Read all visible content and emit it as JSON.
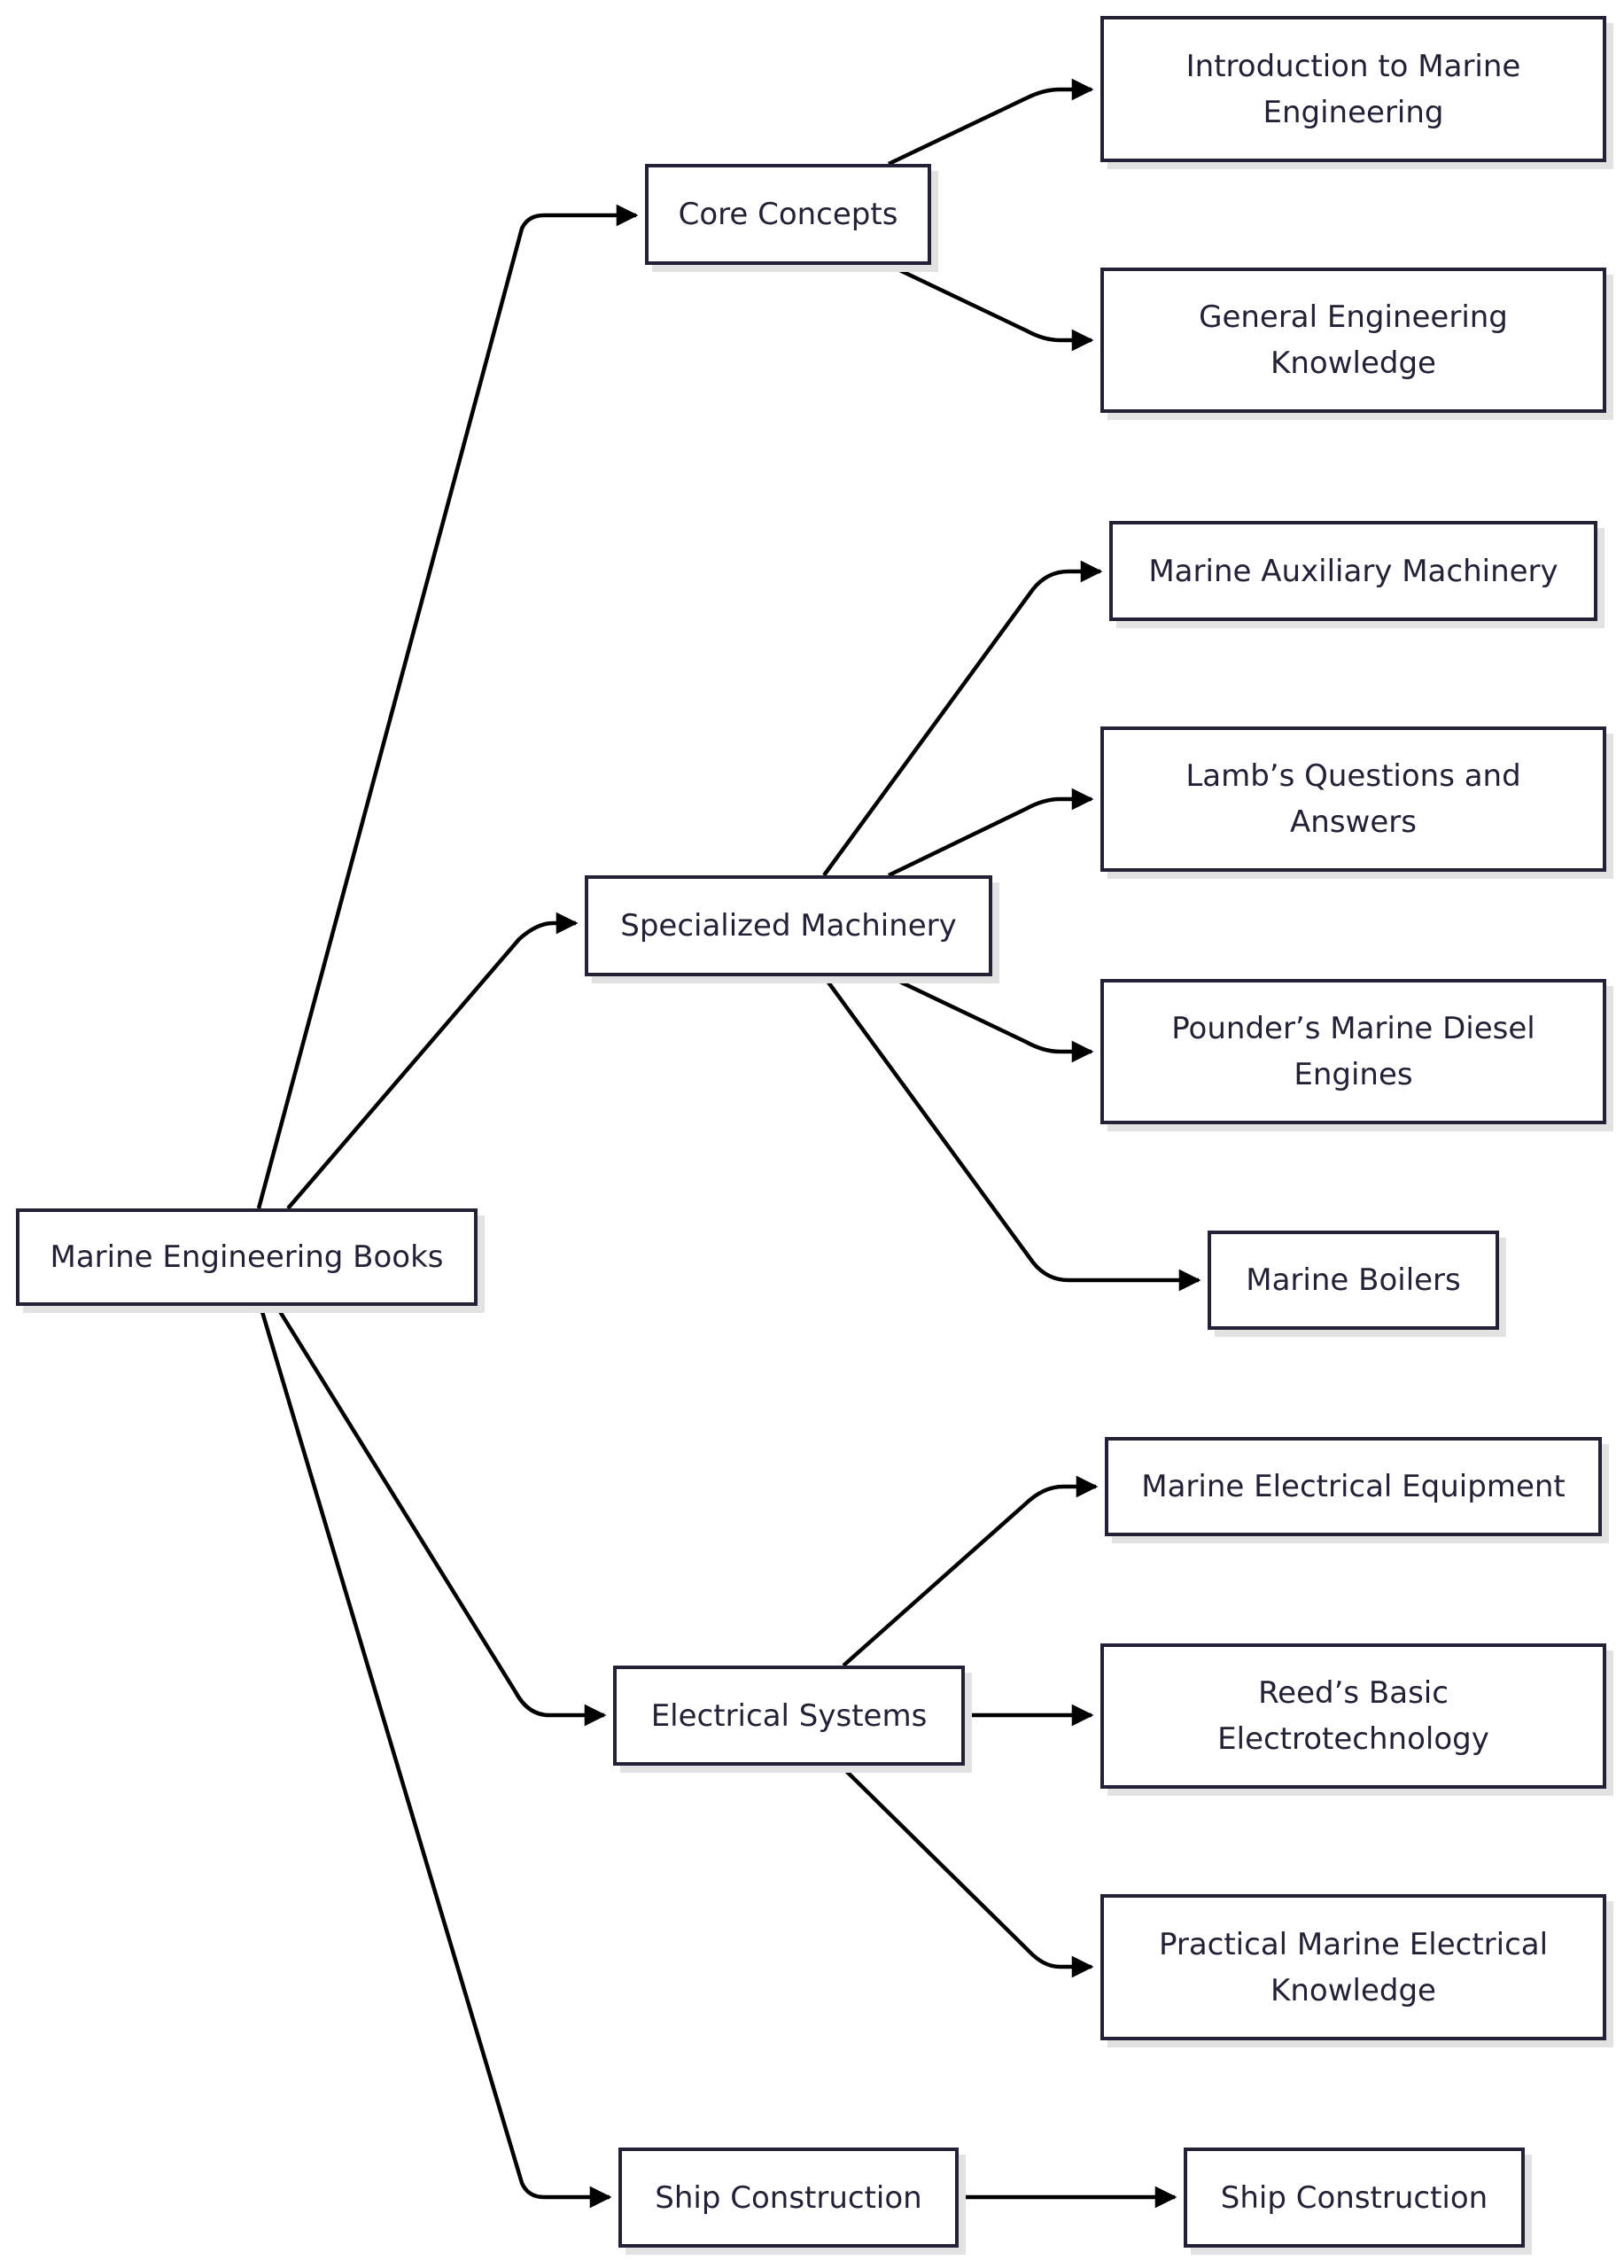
{
  "colors": {
    "node_border": "#232135",
    "node_text": "#232135",
    "node_shadow": "#e2e2e2",
    "edge": "#000000",
    "background": "#ffffff"
  },
  "nodes": {
    "root": "Marine Engineering Books",
    "core_concepts": "Core Concepts",
    "specialized_machinery": "Specialized Machinery",
    "electrical_systems": "Electrical Systems",
    "ship_construction_group": "Ship Construction",
    "intro_marine_engineering": "Introduction to Marine Engineering",
    "general_engineering_knowledge": "General Engineering Knowledge",
    "marine_auxiliary_machinery": "Marine Auxiliary Machinery",
    "lambs_questions": "Lamb’s Questions and Answers",
    "pounders_diesel": "Pounder’s Marine Diesel Engines",
    "marine_boilers": "Marine Boilers",
    "marine_electrical_equipment": "Marine Electrical Equipment",
    "reeds_electrotechnology": "Reed’s Basic Electrotechnology",
    "practical_electrical_knowledge": "Practical Marine Electrical Knowledge",
    "ship_construction_book": "Ship Construction"
  },
  "edges": [
    {
      "from": "root",
      "to": "core_concepts"
    },
    {
      "from": "root",
      "to": "specialized_machinery"
    },
    {
      "from": "root",
      "to": "electrical_systems"
    },
    {
      "from": "root",
      "to": "ship_construction_group"
    },
    {
      "from": "core_concepts",
      "to": "intro_marine_engineering"
    },
    {
      "from": "core_concepts",
      "to": "general_engineering_knowledge"
    },
    {
      "from": "specialized_machinery",
      "to": "marine_auxiliary_machinery"
    },
    {
      "from": "specialized_machinery",
      "to": "lambs_questions"
    },
    {
      "from": "specialized_machinery",
      "to": "pounders_diesel"
    },
    {
      "from": "specialized_machinery",
      "to": "marine_boilers"
    },
    {
      "from": "electrical_systems",
      "to": "marine_electrical_equipment"
    },
    {
      "from": "electrical_systems",
      "to": "reeds_electrotechnology"
    },
    {
      "from": "electrical_systems",
      "to": "practical_electrical_knowledge"
    },
    {
      "from": "ship_construction_group",
      "to": "ship_construction_book"
    }
  ]
}
